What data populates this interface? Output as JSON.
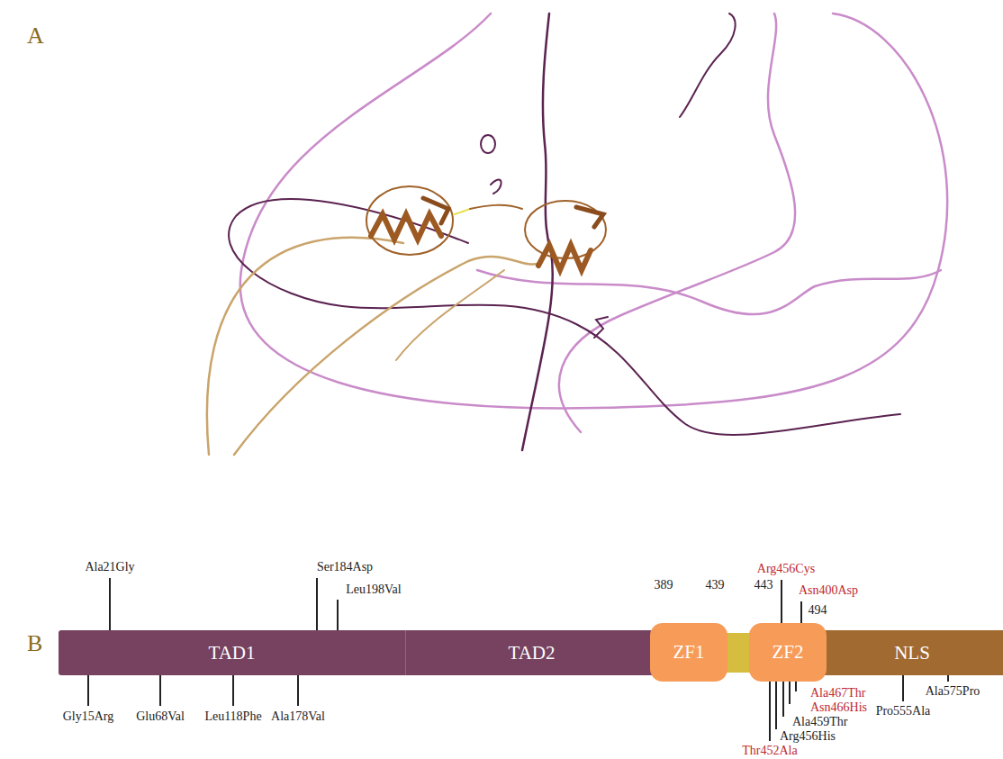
{
  "diagram": {
    "nodes": [
      {
        "text": [
          "TAD1"
        ]
      },
      {
        "text": [
          "TAD2"
        ]
      },
      {
        "text": [
          "ZF1"
        ]
      },
      {
        "text": [
          "ZF2"
        ]
      },
      {
        "text": [
          "NLS"
        ]
      }
    ],
    "labels": [
      "A",
      "B",
      "389",
      "439",
      "443",
      "494",
      "Ala21Gly",
      "Ser184Asp",
      "Leu198Val",
      "Arg456Cys",
      "Asn400Asp",
      "Gly15Arg",
      "Glu68Val",
      "Leu118Phe",
      "Ala178Val",
      "Ala467Thr",
      "Asn466His",
      "Pro555Ala",
      "Ala575Pro",
      "Ala459Thr",
      "Arg456His",
      "Thr452Ala"
    ]
  }
}
